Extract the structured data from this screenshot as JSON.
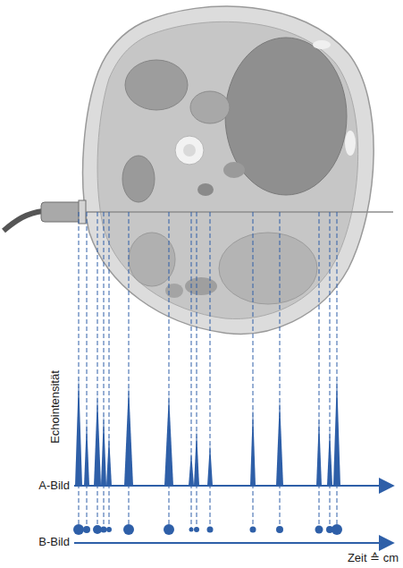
{
  "diagram": {
    "labels": [
      "Echointensität",
      "A-Bild",
      "B-Bild",
      "Zeit ≙ cm"
    ]
  }
}
